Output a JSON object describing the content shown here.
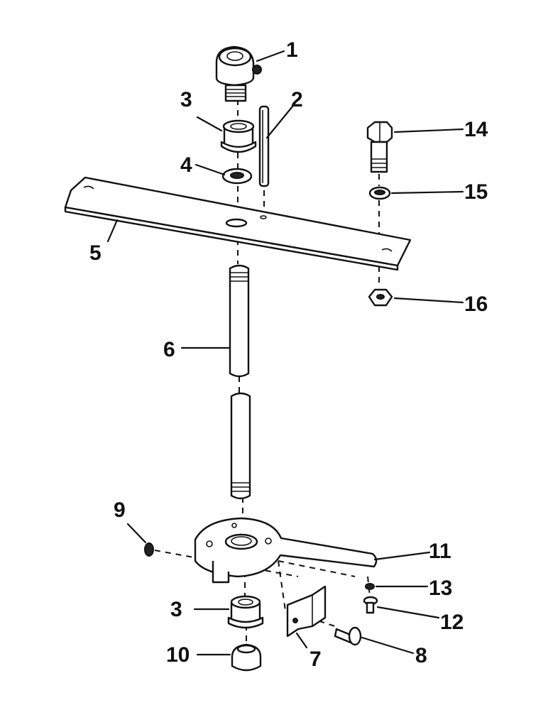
{
  "callouts": {
    "c1": "1",
    "c2": "2",
    "c3a": "3",
    "c4": "4",
    "c5": "5",
    "c6": "6",
    "c7": "7",
    "c8": "8",
    "c9": "9",
    "c10": "10",
    "c11": "11",
    "c12": "12",
    "c13": "13",
    "c14": "14",
    "c15": "15",
    "c16": "16",
    "c3b": "3"
  },
  "colors": {
    "ink": "#111111",
    "paper": "#ffffff"
  }
}
